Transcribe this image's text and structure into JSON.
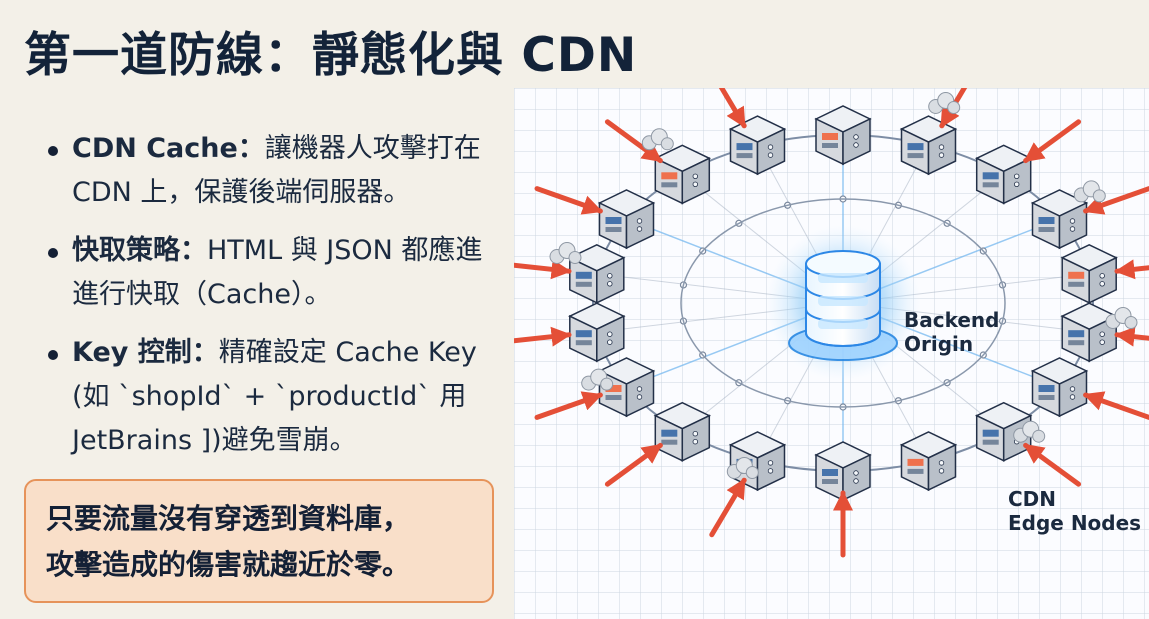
{
  "title": "第一道防線：靜態化與 CDN",
  "bullets": [
    {
      "term": "CDN Cache",
      "separator": "：",
      "text": "讓機器人攻擊打在 CDN 上，保護後端伺服器。"
    },
    {
      "term": "快取策略",
      "separator": "：",
      "text": "HTML 與 JSON 都應進進行快取（Cache）。"
    },
    {
      "term": "Key 控制",
      "separator": "：",
      "text": "精確設定 Cache Key (如 `shopId` + `productId` 用 JetBrains ])避免雪崩。"
    }
  ],
  "callout": {
    "line1": "只要流量沒有穿透到資料庫，",
    "line2": "攻擊造成的傷害就趨近於零。"
  },
  "diagram": {
    "center_label": [
      "Backend",
      "Origin"
    ],
    "edge_label": [
      "CDN",
      "Edge Nodes"
    ],
    "colors": {
      "attack_arrow": "#e44f37",
      "origin_glow": "#62a7e9",
      "node_body": "#d6d9de",
      "node_edge": "#233048",
      "grid": "#cdd6e1"
    }
  }
}
